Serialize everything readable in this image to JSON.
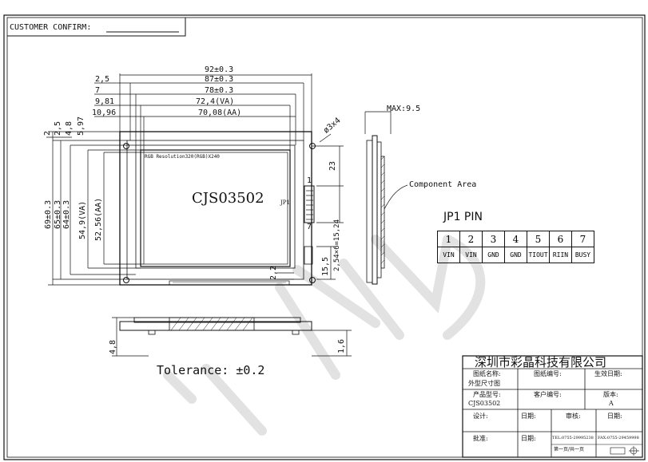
{
  "header": {
    "customer_confirm": "CUSTOMER CONFIRM:"
  },
  "front_view": {
    "model": "CJS03502",
    "resolution": "RGB Resolution320(RGB)X240",
    "connector_label": "JP1",
    "hole_callout": "ø3x4"
  },
  "dims_top": [
    "92±0.3",
    "87±0.3",
    "78±0.3",
    "72,4(VA)",
    "70,08(AA)"
  ],
  "dims_left_small": [
    "2,5",
    "7",
    "9,81",
    "10,96"
  ],
  "dims_vertical_small": [
    "2",
    "2,5",
    "4,8",
    "5,97"
  ],
  "dims_vertical": [
    "69±0.3",
    "65±0.3",
    "64±0.3",
    "54,9(VA)",
    "52,56(AA)"
  ],
  "dims_right": {
    "d23": "23",
    "pin_pitch": "2,54×6=15,24",
    "d15_5": "15,5",
    "d2_2": "2,2",
    "pin1": "1",
    "pin7": "7"
  },
  "side_view": {
    "max": "MAX:9.5",
    "component_area": "Component Area"
  },
  "bottom_view": {
    "d4_8": "4,8",
    "d1_6": "1,6"
  },
  "tolerance": "Tolerance: ±0.2",
  "pin_table": {
    "title": "JP1 PIN",
    "numbers": [
      "1",
      "2",
      "3",
      "4",
      "5",
      "6",
      "7"
    ],
    "signals": [
      "VIN",
      "VIN",
      "GND",
      "GND",
      "TIOUT",
      "RIIN",
      "BUSY"
    ]
  },
  "title_block": {
    "company": "深圳市彩晶科技有限公司",
    "drawing_name_label": "图纸名称:",
    "drawing_name": "外型尺寸图",
    "drawing_no_label": "图纸编号:",
    "effective_date_label": "生效日期:",
    "product_model_label": "产品型号:",
    "product_model": "CJS03502",
    "customer_no_label": "客户编号:",
    "version_label": "版本:",
    "version": "A",
    "design_label": "设计:",
    "date_label": "日期:",
    "review_label": "审核:",
    "date_label2": "日期:",
    "approve_label": "批准:",
    "date_label3": "日期:",
    "tel": "TEL:0755-29995238",
    "fax": "FAX:0755-29459998",
    "page": "第一页/共一页"
  }
}
